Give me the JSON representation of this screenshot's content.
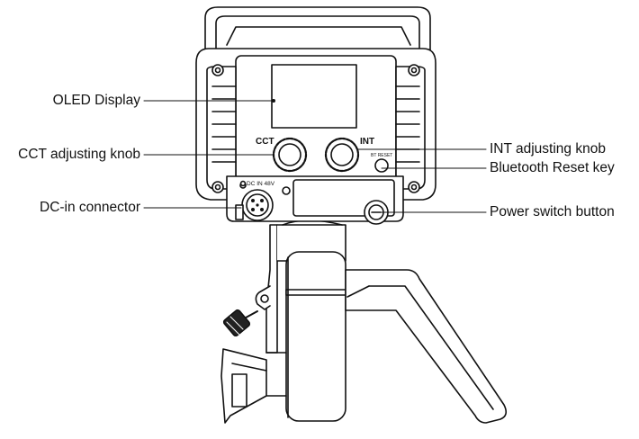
{
  "labels": {
    "oled_display": "OLED Display",
    "cct_knob": "CCT adjusting knob",
    "dc_in_connector": "DC-in connector",
    "int_knob": "INT adjusting knob",
    "bt_reset_key": "Bluetooth Reset key",
    "power_switch": "Power switch button"
  },
  "panel_text": {
    "cct": "CCT",
    "int": "INT",
    "bt_reset": "BT RESET",
    "dc_in": "DC IN  48V"
  },
  "colors": {
    "line": "#111111",
    "fill": "#ffffff",
    "knob_dark": "#222222"
  }
}
